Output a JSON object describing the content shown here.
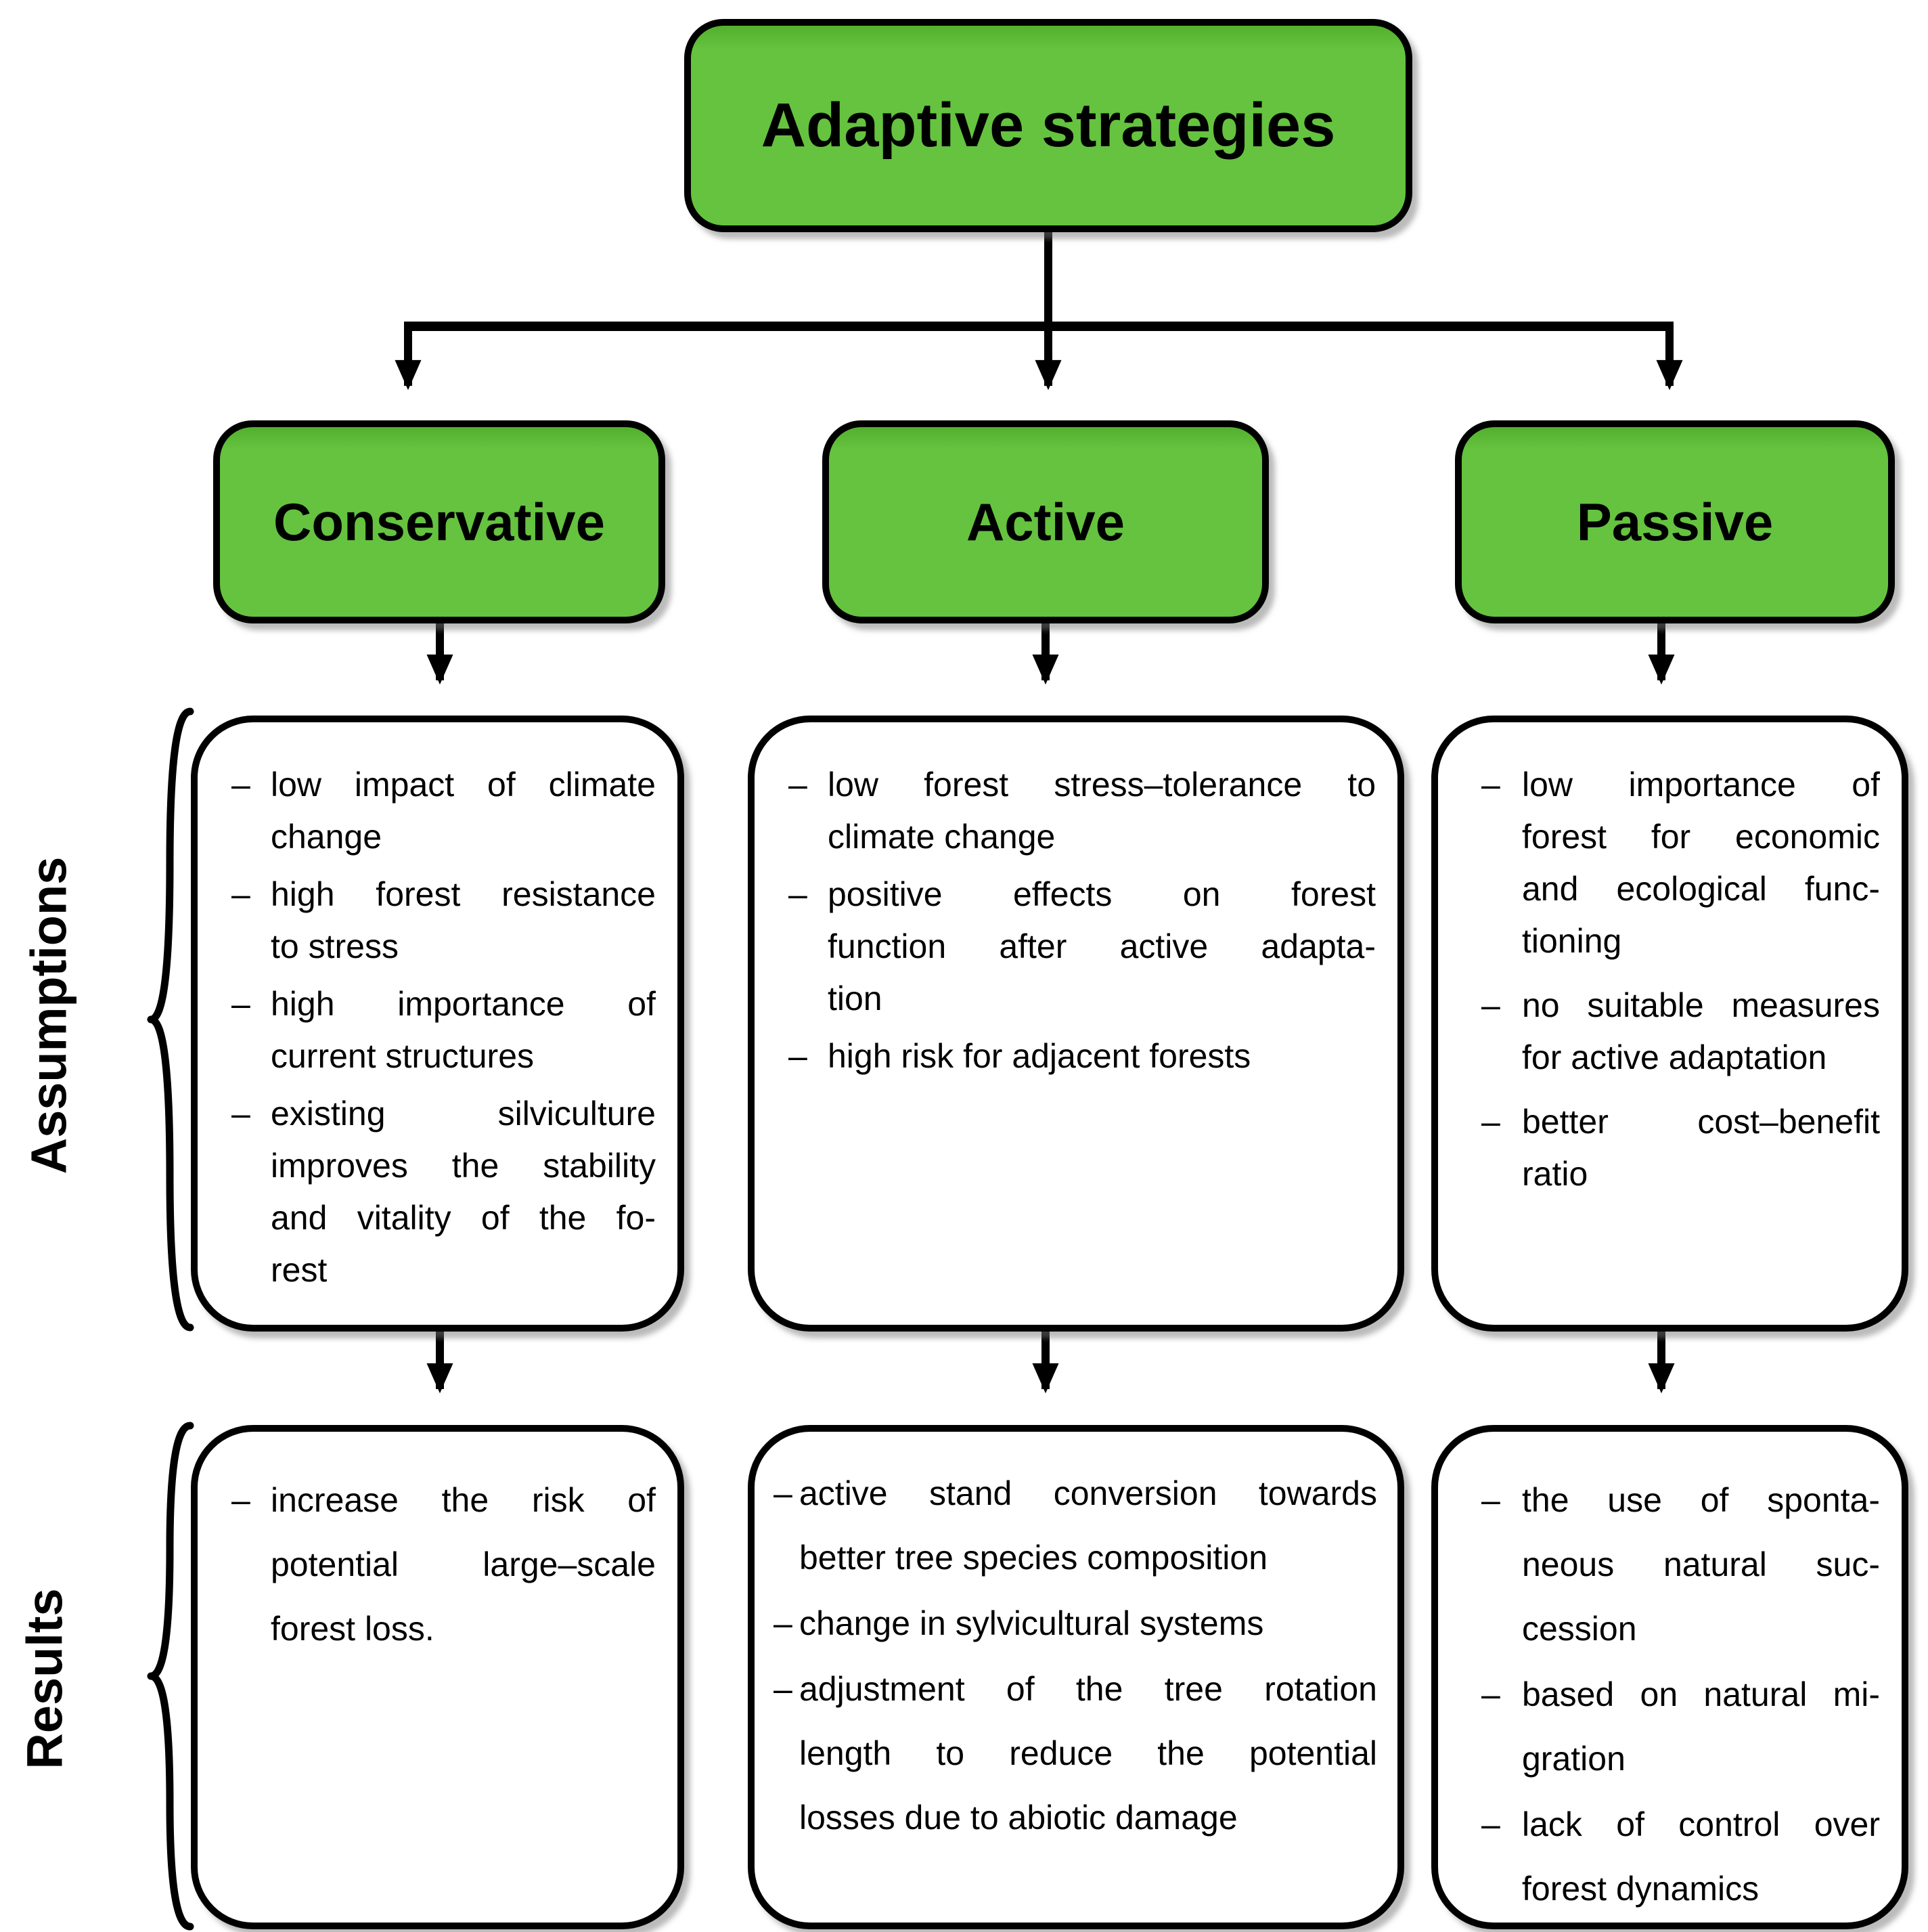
{
  "title": "Adaptive strategies",
  "bullet": "–",
  "side_labels": {
    "assumptions": "Assumptions",
    "results": "Results"
  },
  "colors": {
    "node_green": "#65C33F",
    "border_black": "#000000",
    "background": "#FFFFFF",
    "text": "#000000"
  },
  "columns": [
    {
      "label": "Conservative",
      "assumptions": [
        {
          "lines": [
            "low impact of climate",
            "change"
          ]
        },
        {
          "lines": [
            "high forest resistance",
            "to stress"
          ]
        },
        {
          "lines": [
            "high importance of",
            "current structures"
          ]
        },
        {
          "lines": [
            "existing silviculture",
            "improves the stability",
            "and vitality of the fo-",
            "rest"
          ]
        }
      ],
      "results": [
        {
          "lines": [
            "increase the risk of",
            "potential large–scale",
            "forest loss."
          ]
        }
      ]
    },
    {
      "label": "Active",
      "assumptions": [
        {
          "lines": [
            "low forest stress–tolerance to",
            "climate change"
          ]
        },
        {
          "lines": [
            "positive effects on forest",
            "function after active adapta-",
            "tion"
          ]
        },
        {
          "lines": [
            "high risk for adjacent forests"
          ]
        }
      ],
      "results": [
        {
          "lines": [
            "active stand conversion towards",
            "better tree species composition"
          ]
        },
        {
          "lines": [
            "change in sylvicultural systems"
          ]
        },
        {
          "lines": [
            "adjustment of the tree rotation",
            "length to reduce the potential",
            "losses due to abiotic damage"
          ]
        }
      ]
    },
    {
      "label": "Passive",
      "assumptions": [
        {
          "lines": [
            "low importance of",
            "forest for economic",
            "and ecological func-",
            "tioning"
          ]
        },
        {
          "lines": [
            "no suitable measures",
            "for active adaptation"
          ]
        },
        {
          "lines": [
            "better cost–benefit",
            "ratio"
          ]
        }
      ],
      "results": [
        {
          "lines": [
            "the use of sponta-",
            "neous natural suc-",
            "cession"
          ]
        },
        {
          "lines": [
            "based on natural mi-",
            "gration"
          ]
        },
        {
          "lines": [
            "lack of control over",
            "forest dynamics"
          ]
        }
      ]
    }
  ]
}
